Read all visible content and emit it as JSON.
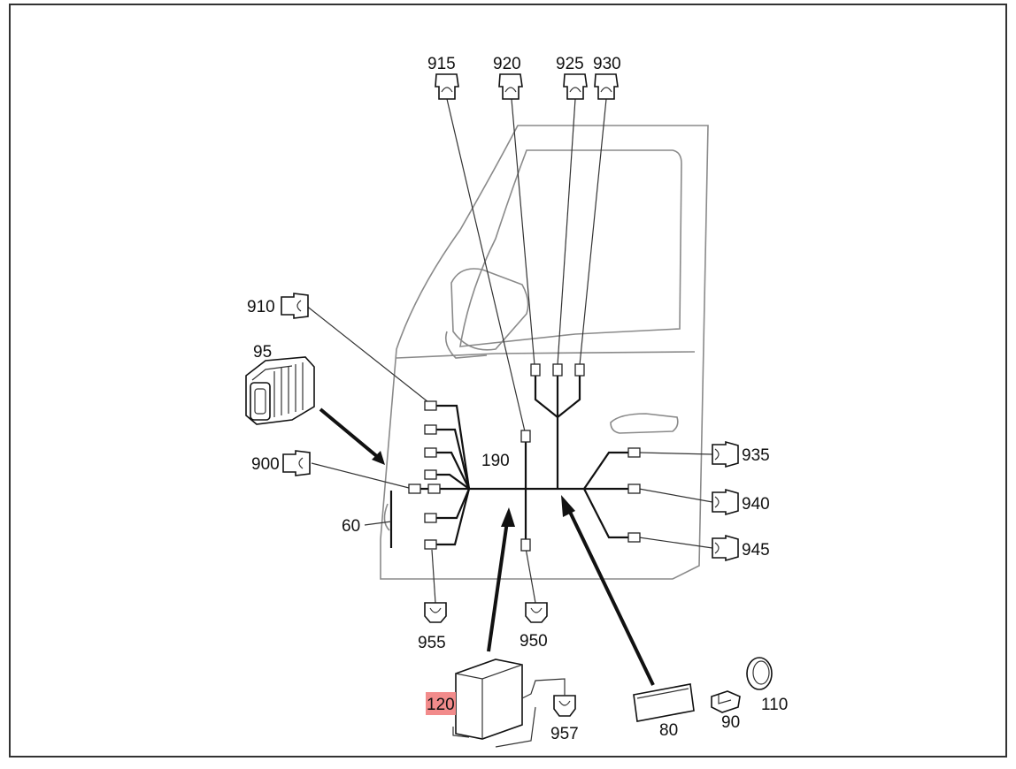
{
  "diagram": {
    "labels": {
      "p915": "915",
      "p920": "920",
      "p925": "925",
      "p930": "930",
      "p910": "910",
      "p95": "95",
      "p900": "900",
      "p190": "190",
      "p60": "60",
      "p935": "935",
      "p940": "940",
      "p945": "945",
      "p955": "955",
      "p950": "950",
      "p120": "120",
      "p957": "957",
      "p80": "80",
      "p90": "90",
      "p110": "110"
    },
    "colors": {
      "highlight": "#f28b8b",
      "line": "#111111",
      "door_outline": "#8a8a8a"
    }
  }
}
